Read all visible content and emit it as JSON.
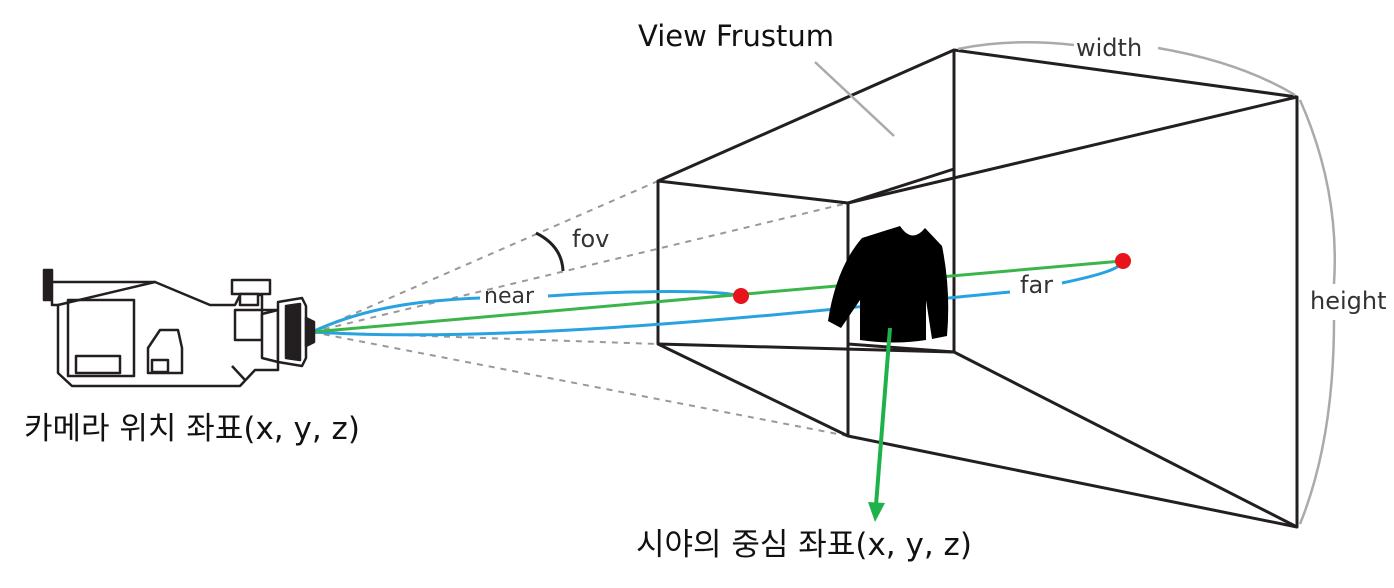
{
  "diagram": {
    "title": "View Frustum",
    "width_label": "width",
    "height_label": "height",
    "fov_label": "fov",
    "near_label": "near",
    "far_label": "far",
    "camera_label": "카메라 위치 좌표(x, y, z)",
    "center_label": "시야의 중심 좌표(x, y, z)"
  },
  "colors": {
    "frame": "#231f20",
    "sight_line": "#39b54a",
    "arc": "#29a3e0",
    "marker": "#e8141c",
    "dashed": "#999999",
    "dimension": "#aaaaaa",
    "arrow": "#1db34a"
  },
  "icons": {
    "camera": "video-camera-icon",
    "object": "shirt-icon"
  }
}
